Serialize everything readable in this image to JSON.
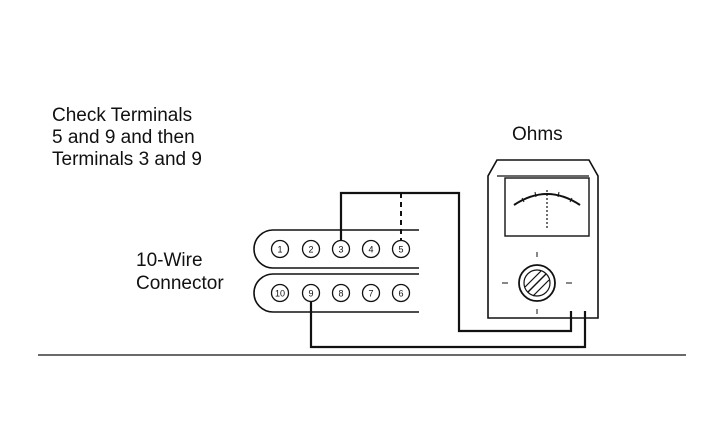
{
  "instruction": {
    "lines": [
      "Check Terminals",
      "5 and 9 and then",
      "Terminals 3 and 9"
    ]
  },
  "meter": {
    "label": "Ohms"
  },
  "connector": {
    "label_lines": [
      "10-Wire",
      "Connector"
    ],
    "top_row": [
      "1",
      "2",
      "3",
      "4",
      "5"
    ],
    "bottom_row": [
      "10",
      "9",
      "8",
      "7",
      "6"
    ]
  },
  "colors": {
    "ink": "#111111",
    "background": "#ffffff"
  }
}
